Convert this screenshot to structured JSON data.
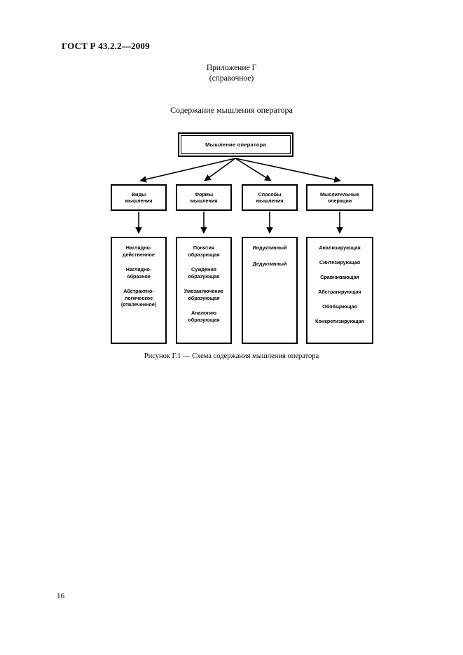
{
  "document": {
    "standard_header": "ГОСТ Р 43.2.2—2009",
    "page_number": "16"
  },
  "annex": {
    "title": "Приложение Г",
    "subtitle": "(справочное)"
  },
  "section_title": "Содержание мышления оператора",
  "figure": {
    "caption": "Рисунок Г.1 — Схема содержания мышления оператора"
  },
  "chart_data": {
    "type": "diagram",
    "title": "Содержание мышления оператора",
    "root": {
      "label": "Мышление оператора"
    },
    "categories": [
      {
        "label": "Виды\nмышления",
        "items": [
          "Наглядно-\nдейственное",
          "Наглядно-\nобразное",
          "Абстрактно-\nлогическое\n(отвлеченное)"
        ]
      },
      {
        "label": "Формы\nмышления",
        "items": [
          "Понятия\nобразующая",
          "Суждения\nобразующая",
          "Умозаключение\nобразующая",
          "Аналогию\nобразующая"
        ]
      },
      {
        "label": "Способы\nмышления",
        "items": [
          "Индуктивный",
          "Дедуктивный"
        ]
      },
      {
        "label": "Мыслительные\nоперации",
        "items": [
          "Анализирующая",
          "Синтезирующая",
          "Сравнивающая",
          "Абстрагирующая",
          "Обобщающая",
          "Конкретизирующая"
        ]
      }
    ],
    "connector_color": "#000000",
    "box_border_color": "#000000",
    "background": "#ffffff"
  }
}
